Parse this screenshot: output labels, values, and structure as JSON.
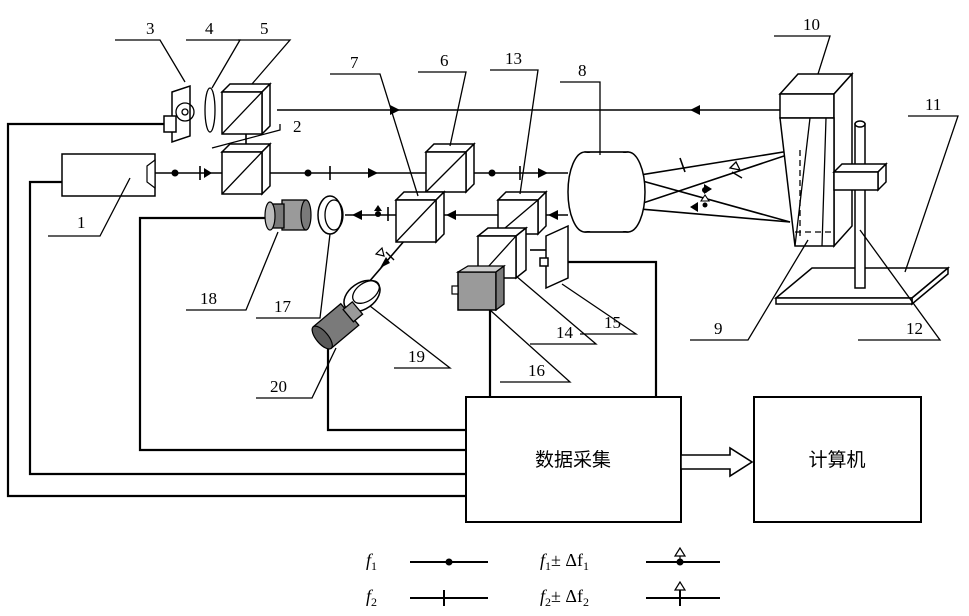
{
  "labels": {
    "n1": "1",
    "n2": "2",
    "n3": "3",
    "n4": "4",
    "n5": "5",
    "n6": "6",
    "n7": "7",
    "n8": "8",
    "n9": "9",
    "n10": "10",
    "n11": "11",
    "n12": "12",
    "n13": "13",
    "n14": "14",
    "n15": "15",
    "n16": "16",
    "n17": "17",
    "n18": "18",
    "n19": "19",
    "n20": "20"
  },
  "boxes": {
    "data_acquisition": "数据采集",
    "computer": "计算机"
  },
  "legend": {
    "f1": "f",
    "f1_sub": "1",
    "f2": "f",
    "f2_sub": "2",
    "f1_shift_main": "f",
    "f1_shift_sub": "1",
    "f1_shift_op": "± Δf",
    "f1_shift_sub2": "1",
    "f2_shift_main": "f",
    "f2_shift_sub": "2",
    "f2_shift_op": "± Δf",
    "f2_shift_sub2": "2"
  }
}
